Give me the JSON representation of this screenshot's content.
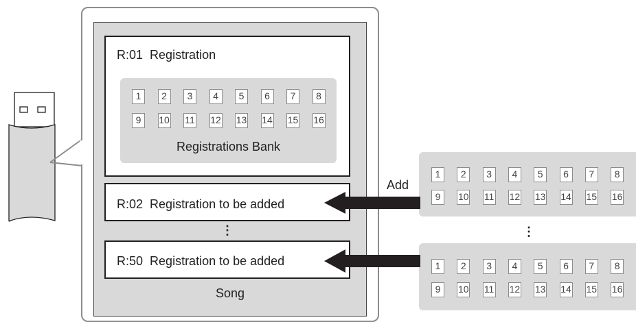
{
  "registration_main": {
    "number": "R:01",
    "name": "Registration",
    "bank_label": "Registrations Bank"
  },
  "registration_added_1": {
    "number": "R:02",
    "name": "Registration to be added"
  },
  "registration_added_2": {
    "number": "R:50",
    "name": "Registration to be added"
  },
  "ellipsis": "⋮",
  "song_label": "Song",
  "add_label": "Add",
  "bank_slots_row1": [
    "1",
    "2",
    "3",
    "4",
    "5",
    "6",
    "7",
    "8"
  ],
  "bank_slots_row2": [
    "9",
    "10",
    "11",
    "12",
    "13",
    "14",
    "15",
    "16"
  ],
  "icons": [
    "usb-drive-icon",
    "arrow-left-icon"
  ]
}
